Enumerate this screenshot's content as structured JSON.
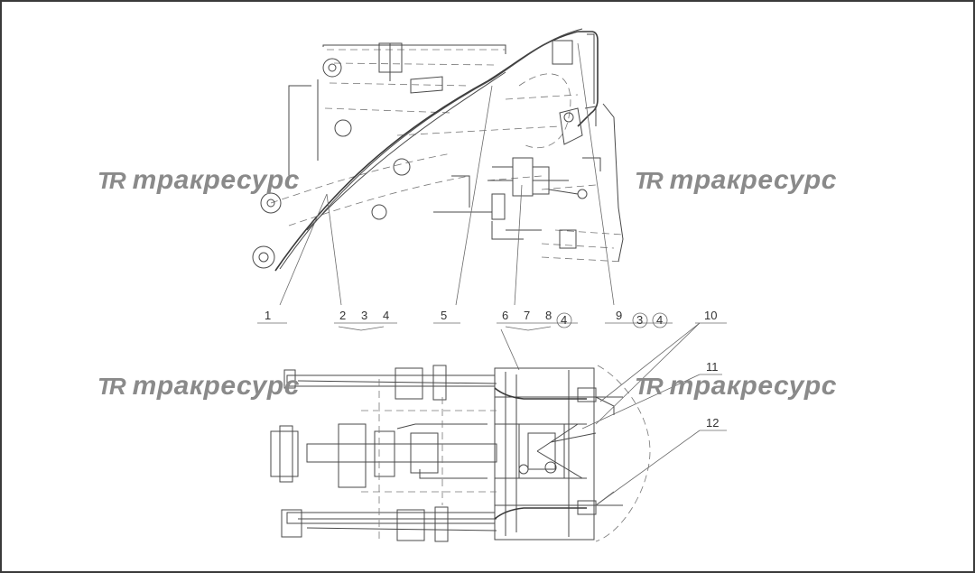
{
  "watermark": {
    "logo": "TR",
    "text": "тракресурс"
  },
  "callouts": {
    "top_row": [
      "1",
      "2",
      "3",
      "4",
      "5",
      "6",
      "7",
      "8",
      "4",
      "9",
      "3",
      "4"
    ],
    "right_side": [
      "10",
      "11",
      "12"
    ]
  },
  "colors": {
    "line": "#4a4a4a",
    "watermark": "#8a8a8a",
    "background": "#ffffff"
  }
}
